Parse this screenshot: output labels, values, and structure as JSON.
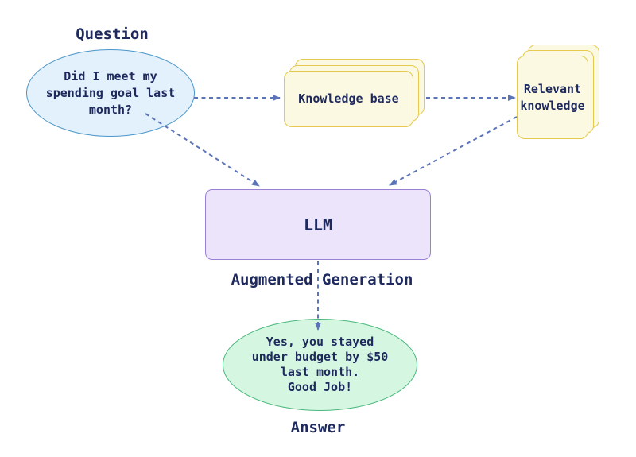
{
  "diagram": {
    "question": {
      "label": "Question",
      "text": "Did I meet my\nspending goal last\nmonth?"
    },
    "knowledge_base": {
      "label": "Knowledge base"
    },
    "relevant_knowledge": {
      "label": "Relevant\nknowledge"
    },
    "llm": {
      "label": "LLM"
    },
    "augmented_generation": {
      "label": "Augmented Generation"
    },
    "answer": {
      "label": "Answer",
      "text": "Yes, you stayed\nunder budget by $50\nlast month.\nGood Job!"
    },
    "edges": [
      {
        "from": "question",
        "to": "knowledge_base",
        "style": "dashed-arrow"
      },
      {
        "from": "knowledge_base",
        "to": "relevant_knowledge",
        "style": "dashed-arrow"
      },
      {
        "from": "question",
        "to": "llm",
        "style": "dashed-arrow"
      },
      {
        "from": "relevant_knowledge",
        "to": "llm",
        "style": "dashed-arrow"
      },
      {
        "from": "llm",
        "to": "answer",
        "style": "dashed-arrow"
      }
    ]
  },
  "colors": {
    "background": "#ffffff",
    "text": "#1e2a5e",
    "question_fill": "#e3f1fc",
    "question_border": "#4a96c8",
    "knowledge_fill": "#fcf9e3",
    "knowledge_border": "#e6c94e",
    "llm_fill": "#ebe4fa",
    "llm_border": "#9b80d4",
    "answer_fill": "#d5f6e1",
    "answer_border": "#48b87c",
    "arrow": "#5b74b8"
  }
}
